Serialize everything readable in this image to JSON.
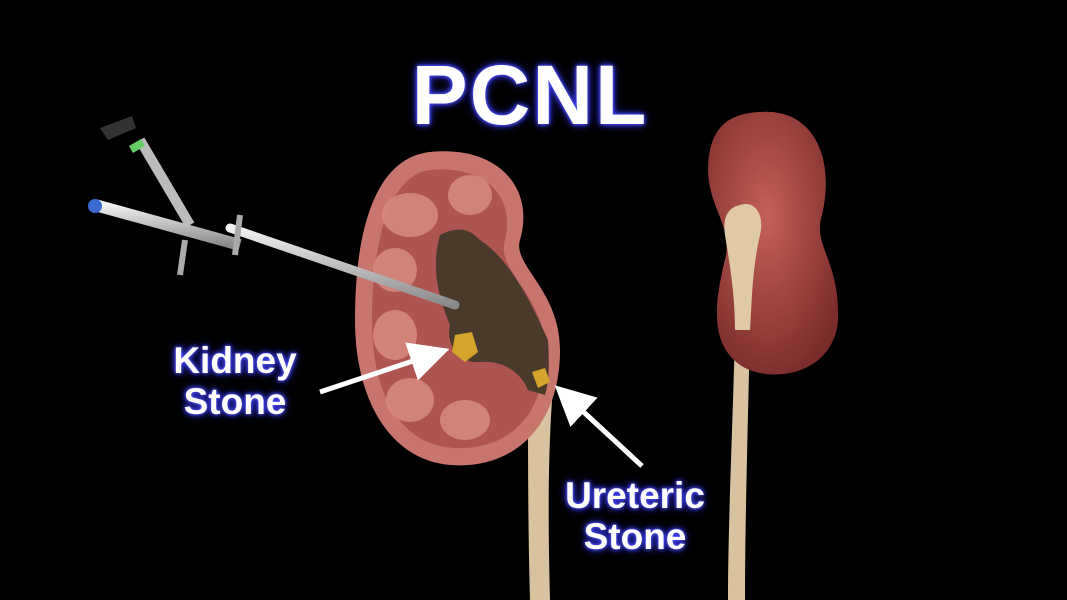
{
  "title": "PCNL",
  "labels": {
    "kidney_stone": [
      "Kidney",
      "Stone"
    ],
    "ureteric_stone": [
      "Ureteric",
      "Stone"
    ]
  },
  "colors": {
    "background": "#000000",
    "kidney_cortex": "#c8756e",
    "pelvis": "#4a3a2c",
    "ureter": "#d9c2a0",
    "stone": "#d4a52a",
    "text_glow": "#3a3cff"
  }
}
